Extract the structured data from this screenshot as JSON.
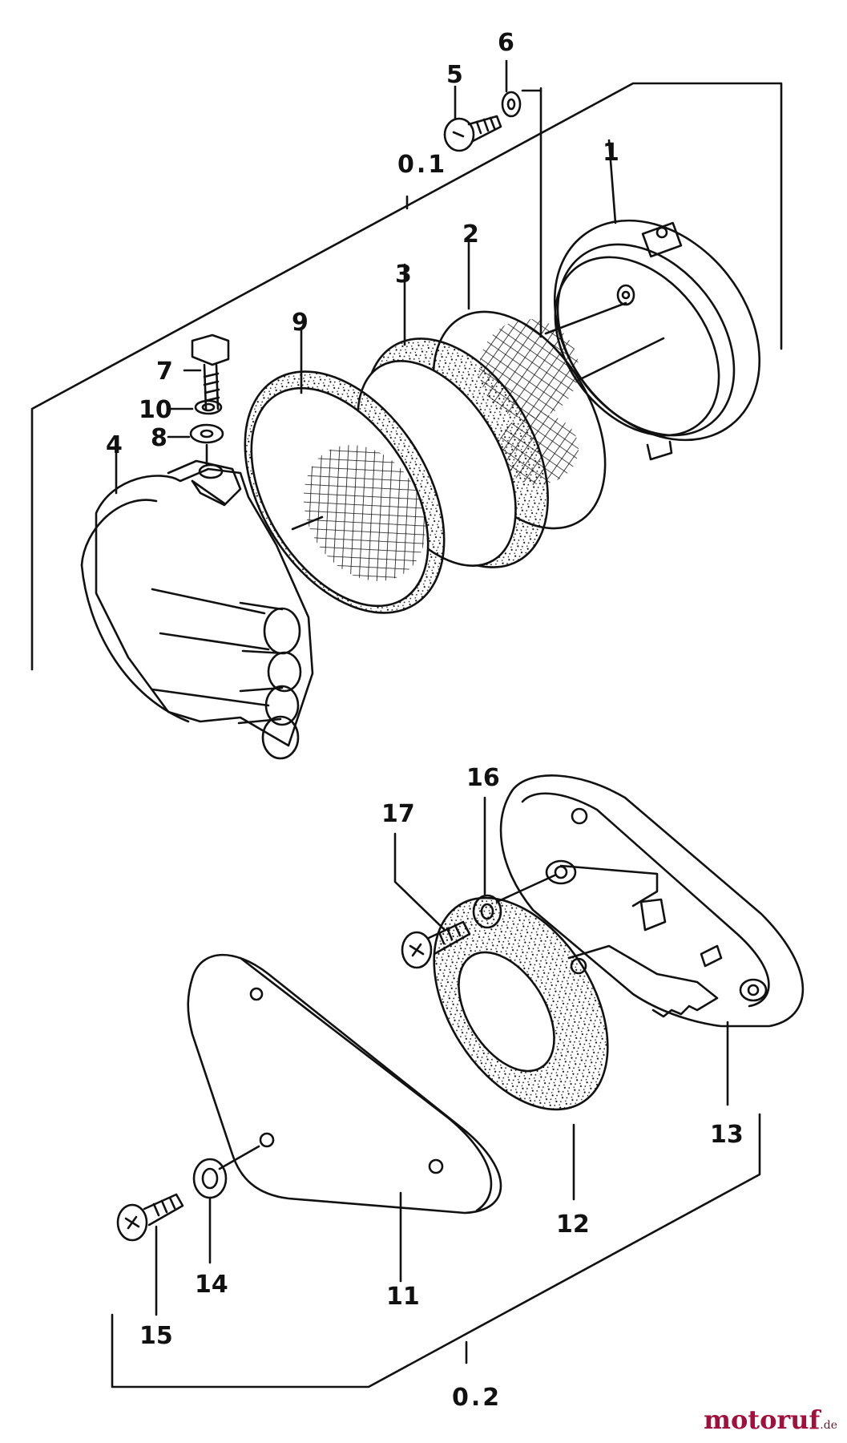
{
  "labels": {
    "p1": "1",
    "p2": "2",
    "p3": "3",
    "p4": "4",
    "p5": "5",
    "p6": "6",
    "p7": "7",
    "p8": "8",
    "p9": "9",
    "p10": "10",
    "p11": "11",
    "p12": "12",
    "p13": "13",
    "p14": "14",
    "p15": "15",
    "p16": "16",
    "p17": "17"
  },
  "groups": {
    "g1": "0.1",
    "g2": "0.2"
  },
  "watermark": {
    "main": "motoruf",
    "tld": ".de"
  },
  "colors": {
    "ink": "#111111",
    "watermark": "#a10f3c"
  }
}
